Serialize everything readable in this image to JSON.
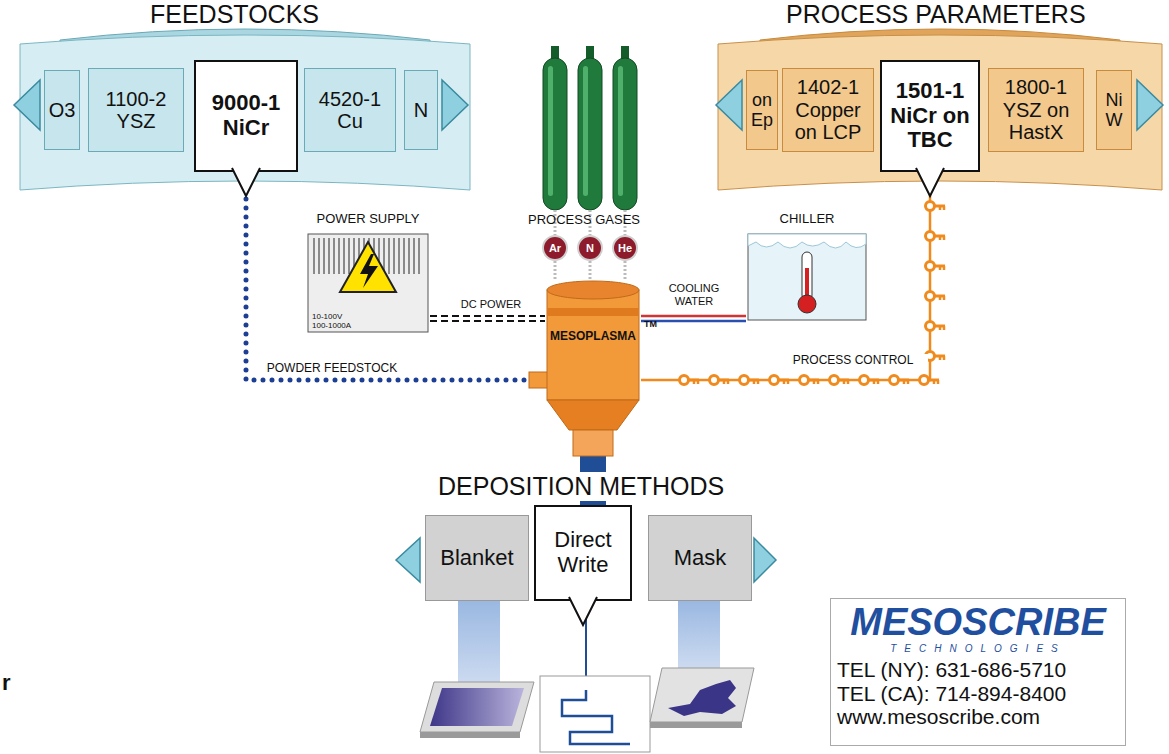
{
  "diagram": {
    "nodes": [
      {
        "text": [
          "O3"
        ]
      },
      {
        "text": [
          "1100-2",
          "YSZ"
        ]
      },
      {
        "text": [
          "9000-1",
          "NiCr"
        ]
      },
      {
        "text": [
          "4520-1",
          "Cu"
        ]
      },
      {
        "text": [
          "N"
        ]
      },
      {
        "text": [
          "on Ep"
        ]
      },
      {
        "text": [
          "1402-1",
          "Copper on LCP"
        ]
      },
      {
        "text": [
          "1501-1",
          "NiCr on TBC"
        ]
      },
      {
        "text": [
          "1800-1",
          "YSZ on HastX"
        ]
      },
      {
        "text": [
          "Ni W"
        ]
      },
      {
        "text": [
          "POWER SUPPLY",
          "10-100V 100-1000A"
        ]
      },
      {
        "text": [
          "Ar"
        ]
      },
      {
        "text": [
          "N"
        ]
      },
      {
        "text": [
          "He"
        ]
      },
      {
        "text": [
          "MESOPLASMA",
          "TM"
        ]
      },
      {
        "text": [
          "CHILLER"
        ]
      },
      {
        "text": [
          "Blanket"
        ]
      },
      {
        "text": [
          "Direct Write"
        ]
      },
      {
        "text": [
          "Mask"
        ]
      },
      {
        "text": [
          "MESOSCRIBE",
          "TECHNOLOGIES",
          "TEL (NY): 631-686-5710",
          "TEL (CA): 714-894-8400",
          "www.mesoscribe.com"
        ]
      }
    ],
    "edges": [
      {
        "from": 2,
        "to": 14,
        "label": "POWDER FEEDSTOCK",
        "arrow": "none"
      },
      {
        "from": 10,
        "to": 14,
        "label": "DC POWER",
        "arrow": "none"
      },
      {
        "from": 15,
        "to": 14,
        "label": "COOLING WATER",
        "arrow": "none"
      },
      {
        "from": 11,
        "to": 14,
        "arrow": "none"
      },
      {
        "from": 12,
        "to": 14,
        "arrow": "none"
      },
      {
        "from": 13,
        "to": 14,
        "arrow": "none"
      },
      {
        "from": 7,
        "to": 14,
        "label": "PROCESS CONTROL",
        "arrow": "none"
      },
      {
        "from": 14,
        "to": 17,
        "arrow": "none"
      }
    ],
    "labels": [
      "FEEDSTOCKS",
      "PROCESS PARAMETERS",
      "PROCESS GASES",
      "DEPOSITION METHODS",
      "r"
    ]
  }
}
